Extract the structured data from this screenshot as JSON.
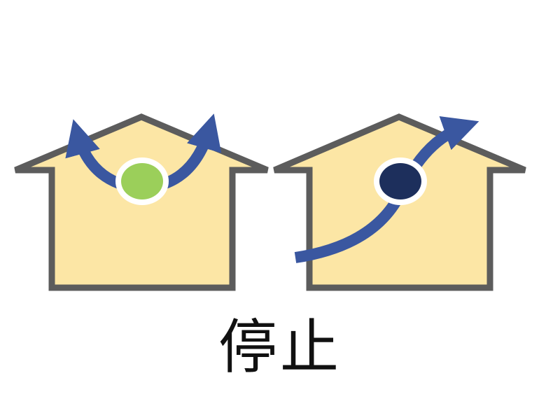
{
  "caption": "停止",
  "colors": {
    "house_fill": "#fce6a5",
    "house_outline": "#5c5c5c",
    "arrow": "#3a57a0",
    "indicator_left": "#9bcf5a",
    "indicator_right": "#1d2f5c",
    "indicator_ring": "#ffffff"
  },
  "houses": [
    {
      "indicator": "indicator_left",
      "airflow": "split-up-both-sides"
    },
    {
      "indicator": "indicator_right",
      "airflow": "single-diagonal-out"
    }
  ]
}
